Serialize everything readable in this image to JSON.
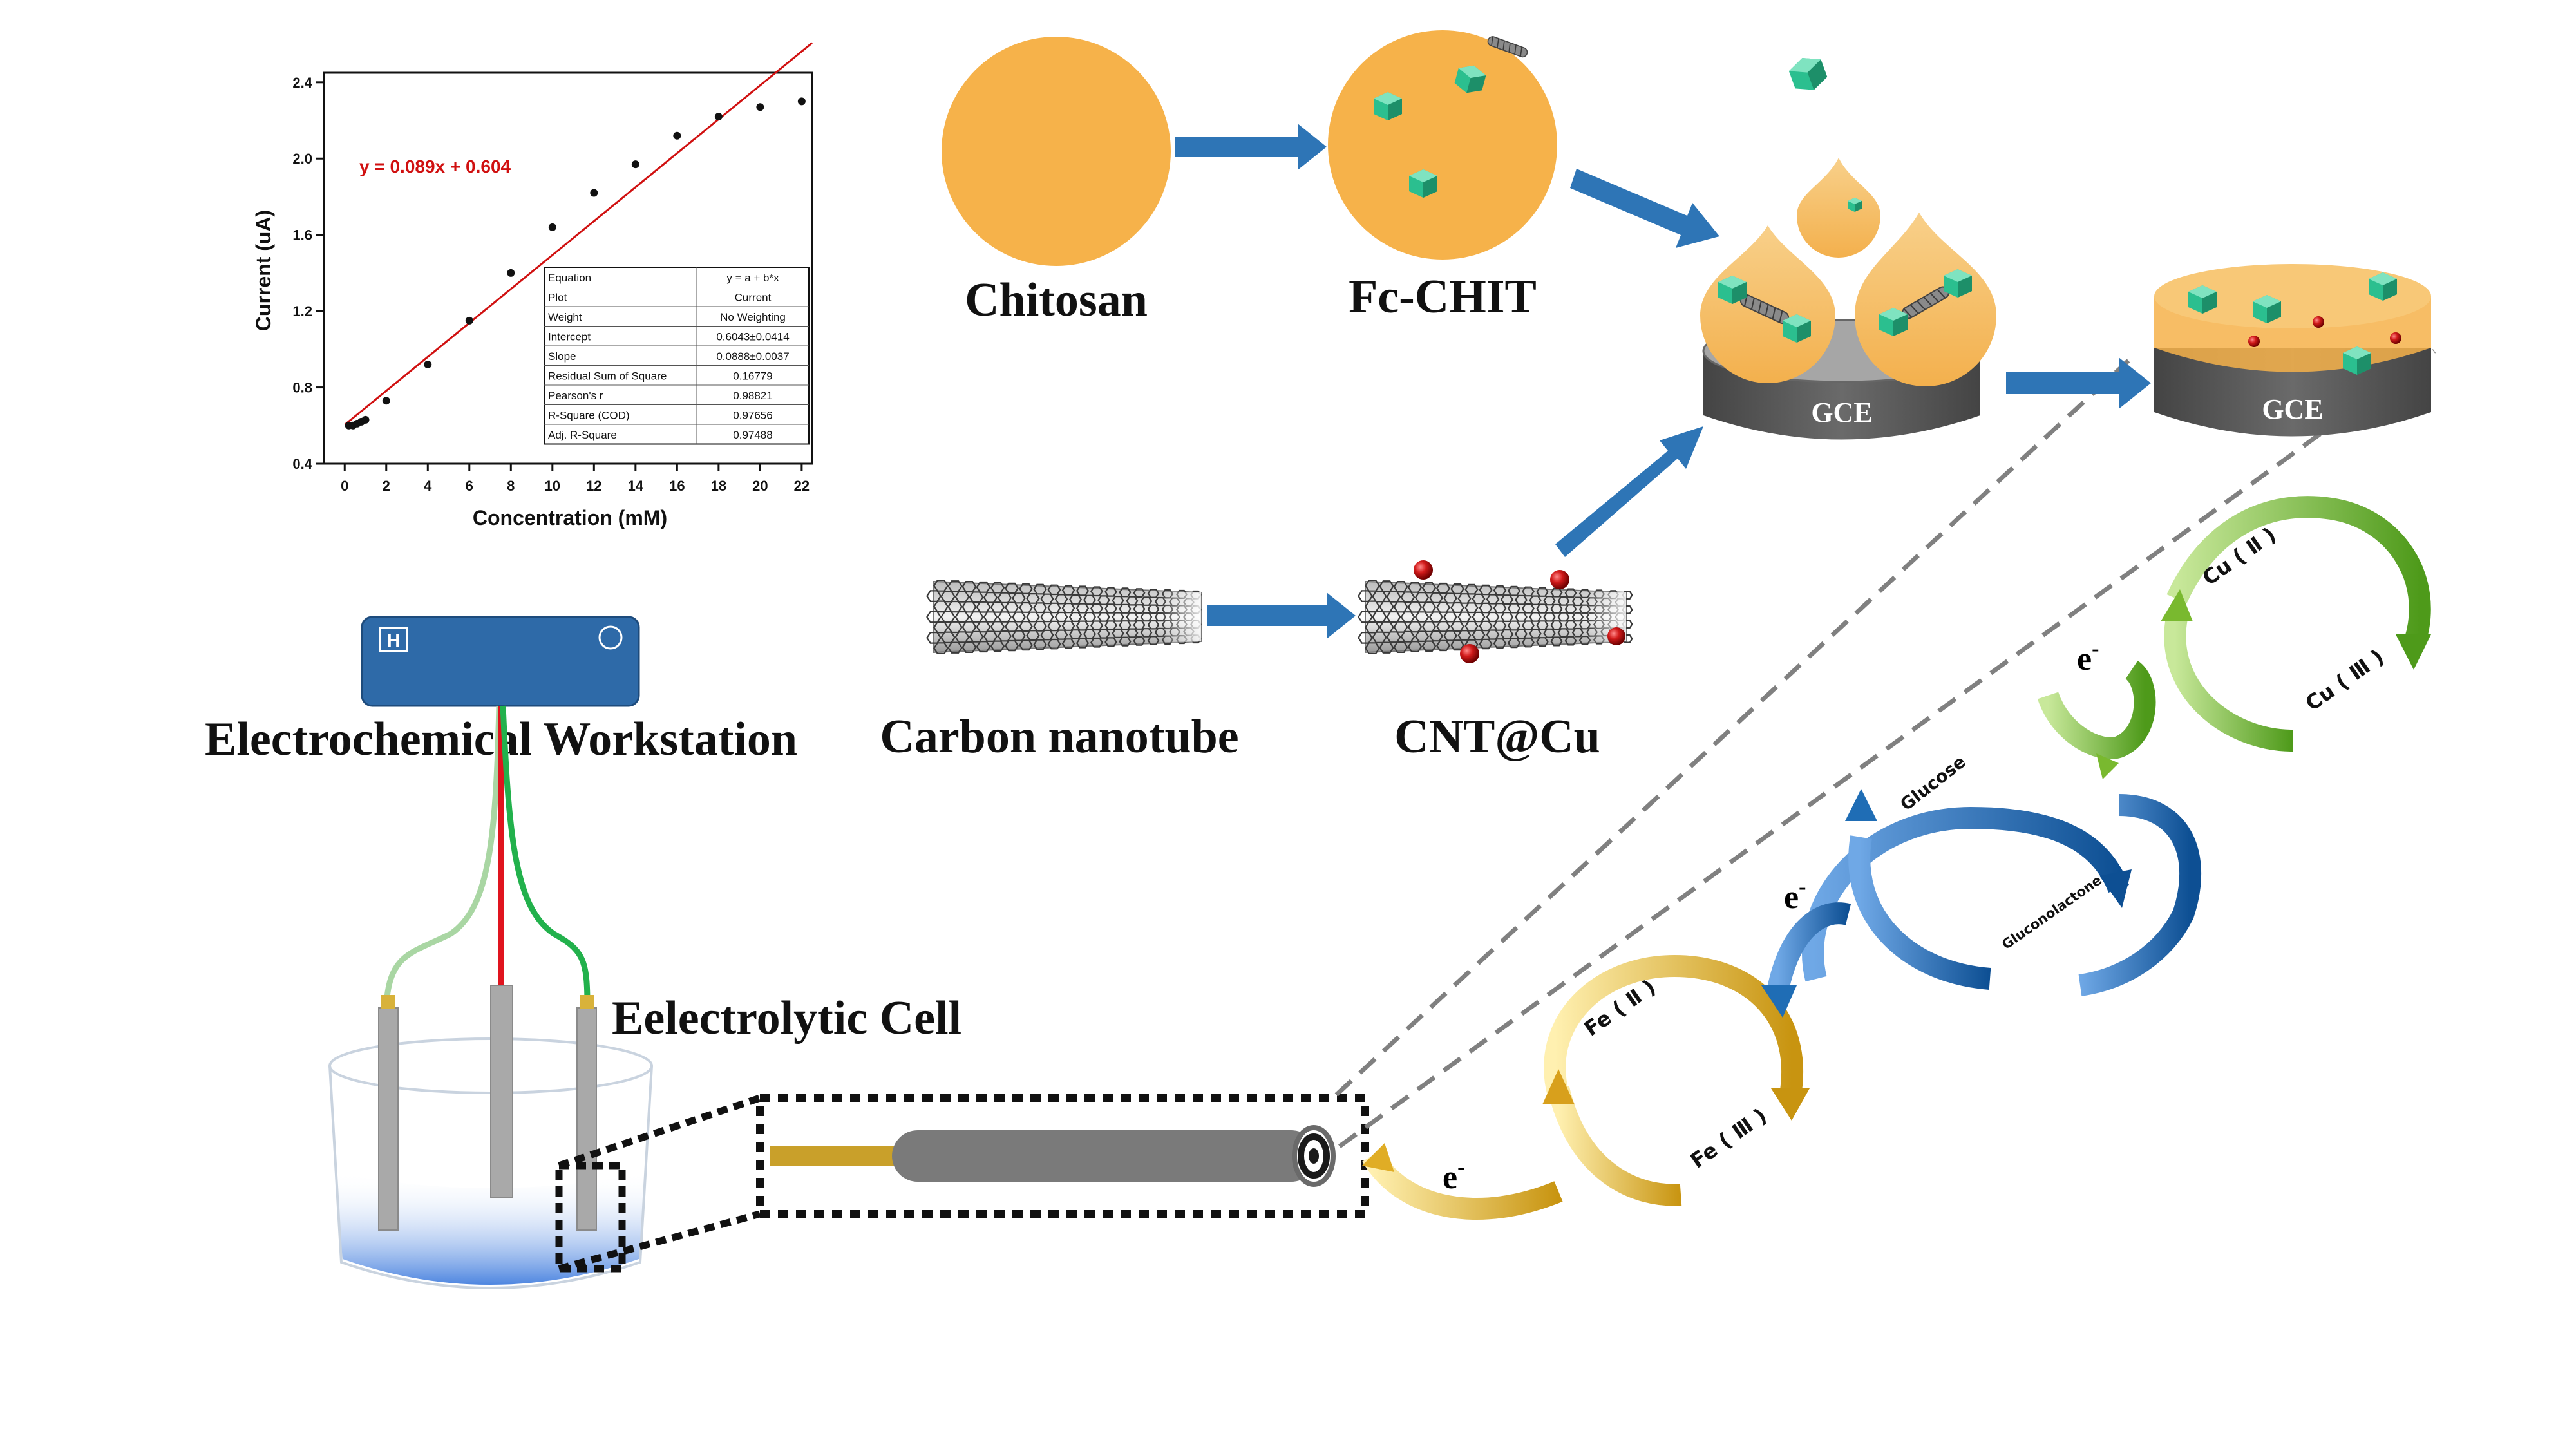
{
  "chart_data": {
    "type": "scatter",
    "title": "",
    "xlabel": "Concentration (mM)",
    "ylabel": "Current (uA)",
    "xlim": [
      -1,
      22.5
    ],
    "ylim": [
      0.4,
      2.45
    ],
    "xticks": [
      0,
      2,
      4,
      6,
      8,
      10,
      12,
      14,
      16,
      18,
      20,
      22
    ],
    "yticks": [
      0.4,
      0.8,
      1.2,
      1.6,
      2.0,
      2.4
    ],
    "grid": false,
    "points": [
      {
        "x": 0.2,
        "y": 0.6
      },
      {
        "x": 0.4,
        "y": 0.6
      },
      {
        "x": 0.6,
        "y": 0.61
      },
      {
        "x": 0.8,
        "y": 0.62
      },
      {
        "x": 1.0,
        "y": 0.63
      },
      {
        "x": 2,
        "y": 0.73
      },
      {
        "x": 4,
        "y": 0.92
      },
      {
        "x": 6,
        "y": 1.15
      },
      {
        "x": 8,
        "y": 1.4
      },
      {
        "x": 10,
        "y": 1.64
      },
      {
        "x": 12,
        "y": 1.82
      },
      {
        "x": 14,
        "y": 1.97
      },
      {
        "x": 16,
        "y": 2.12
      },
      {
        "x": 18,
        "y": 2.22
      },
      {
        "x": 20,
        "y": 2.27
      },
      {
        "x": 22,
        "y": 2.3
      }
    ],
    "fit": {
      "slope": 0.089,
      "intercept": 0.604,
      "label": "y = 0.089x + 0.604",
      "color": "#d01010"
    },
    "stats_table": [
      [
        "Equation",
        "y = a + b*x"
      ],
      [
        "Plot",
        "Current"
      ],
      [
        "Weight",
        "No Weighting"
      ],
      [
        "Intercept",
        "0.6043±0.0414"
      ],
      [
        "Slope",
        "0.0888±0.0037"
      ],
      [
        "Residual Sum of Square",
        "0.16779"
      ],
      [
        "Pearson's r",
        "0.98821"
      ],
      [
        "R-Square (COD)",
        "0.97656"
      ],
      [
        "Adj. R-Square",
        "0.97488"
      ]
    ]
  },
  "labels": {
    "chitosan": "Chitosan",
    "fc_chit": "Fc-CHIT",
    "carbon_nanotube": "Carbon nanotube",
    "cnt_cu": "CNT@Cu",
    "gce_left": "GCE",
    "gce_right": "GCE",
    "workstation": "Electrochemical Workstation",
    "workstation_icon_text": "H",
    "cell": "Eelectrolytic Cell"
  },
  "cycle_labels": {
    "fe_ii": "Fe ( Ⅱ )",
    "fe_iii": "Fe ( Ⅲ )",
    "cu_ii": "Cu ( Ⅱ )",
    "cu_iii": "Cu ( Ⅲ )",
    "glucose": "Glucose",
    "gluconolactone": "Gluconolactone",
    "e1": "e",
    "e2": "e",
    "e3": "e"
  },
  "colors": {
    "chitosan": "#f6b24a",
    "arrow_blue": "#2e75b6",
    "gce_body": "#5a5a5a",
    "gce_top": "#a6a6a6",
    "cube": "#2bbf8f",
    "cu_ball": "#d11a1a",
    "workstation": "#2e6aa8",
    "wire_red": "#e0141e",
    "wire_green": "#22b14c",
    "gold": "#e0ad25",
    "cycle_blue": "#1f6db5",
    "cycle_green": "#79b92f"
  }
}
